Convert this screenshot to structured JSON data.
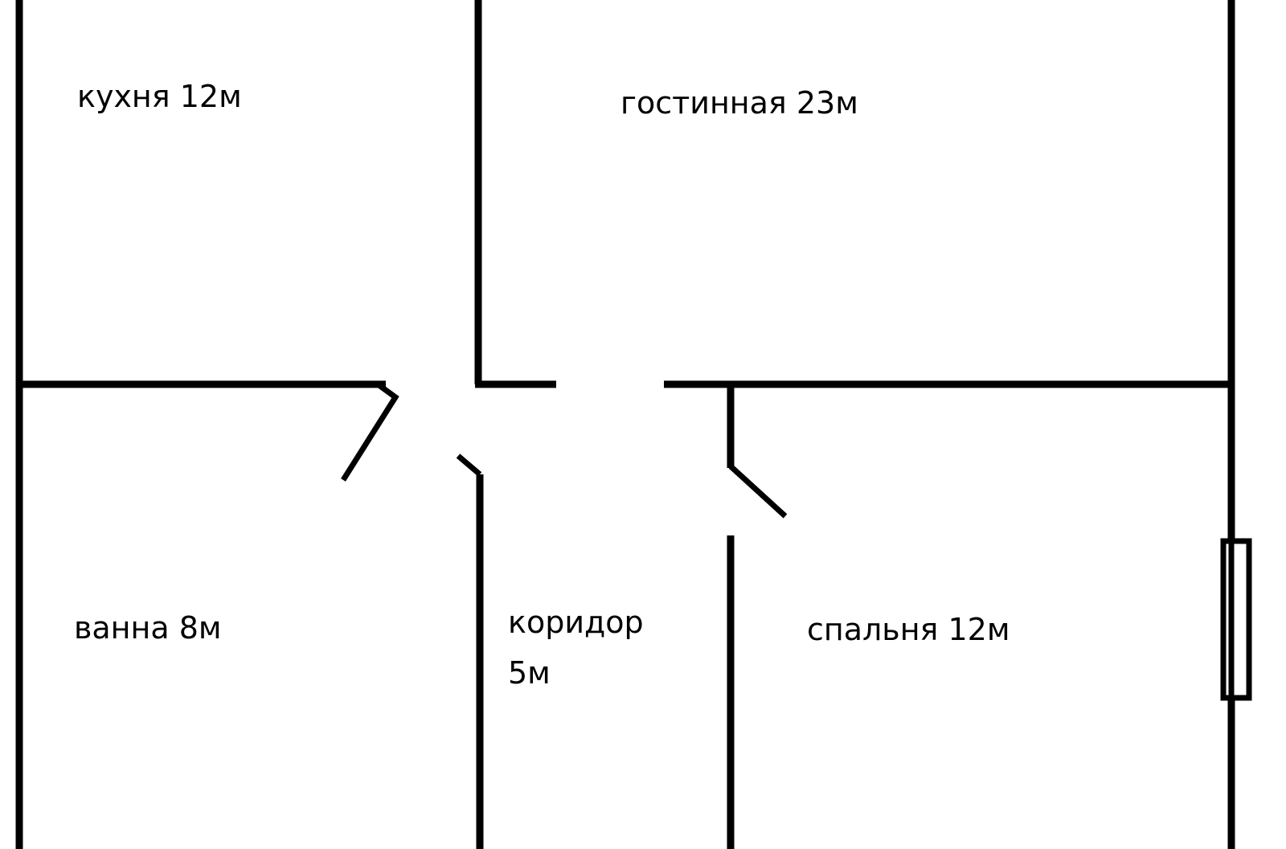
{
  "colors": {
    "background": "#ffffff",
    "lines": "#000000"
  },
  "rooms": {
    "kitchen": "кухня 12м",
    "living_room": "гостинная 23м",
    "bathroom": "ванна 8м",
    "corridor_line1": "коридор",
    "corridor_line2": "5м",
    "bedroom": "спальня 12м"
  }
}
